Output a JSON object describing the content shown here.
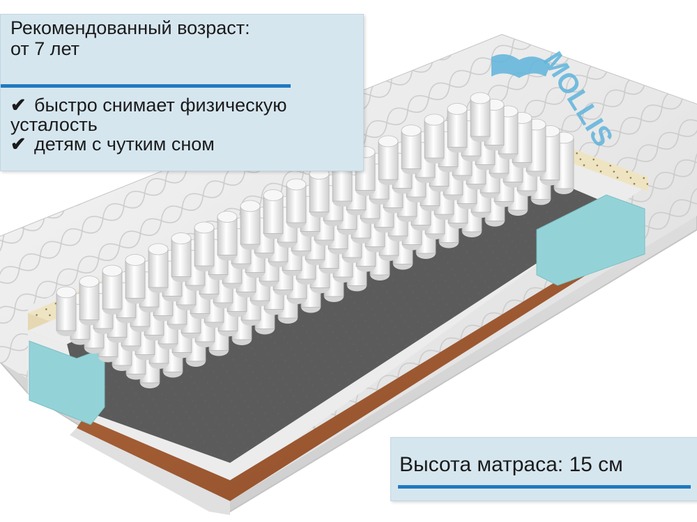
{
  "recommendation": {
    "age_title": "Рекомендованный возраст:",
    "age_value": "от 7 лет"
  },
  "features": [
    {
      "check": "✔",
      "text": "быстро снимает физическую усталость"
    },
    {
      "check": "✔",
      "text": "детям с чутким сном"
    }
  ],
  "height_label": "Высота матраса: 15 см",
  "brand": {
    "logo": "MOLLIS"
  },
  "colors": {
    "panel_bg": "#d6e6ef",
    "divider": "#1f7ac0",
    "latex": "#efe4c2",
    "foam": "#93d3d8",
    "coir": "#a56036",
    "cover": "#eeeeee"
  }
}
